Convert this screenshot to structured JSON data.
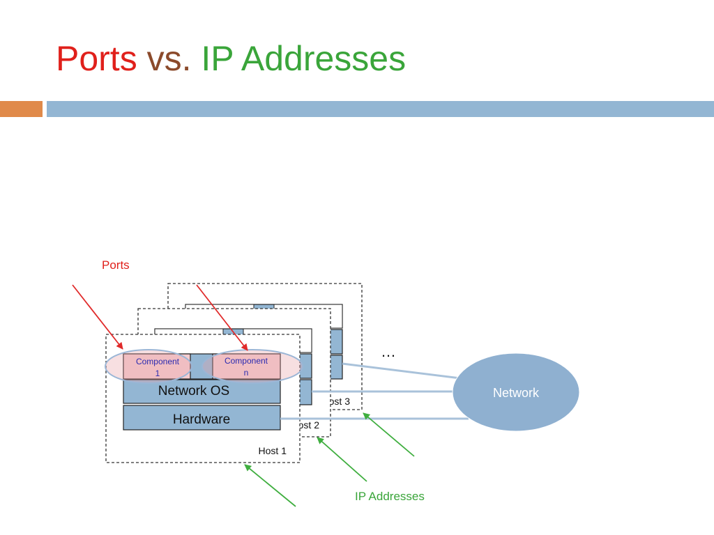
{
  "title": {
    "part1": "Ports",
    "part2": " vs. ",
    "part3": "IP Addresses",
    "colors": {
      "part1": "#e0201b",
      "part2": "#8b4a2b",
      "part3": "#3aa53a"
    }
  },
  "diagram": {
    "ports_label": "Ports",
    "ip_label": "IP Addresses",
    "ellipsis": "…",
    "network_label": "Network",
    "hosts": [
      {
        "label": "Host 1"
      },
      {
        "label": "Host 2"
      },
      {
        "label": "Host 3"
      }
    ],
    "layers": {
      "component_1_line1": "Component",
      "component_1_line2": "1",
      "component_n_line1": "Component",
      "component_n_line2": "n",
      "network_os": "Network OS",
      "hardware": "Hardware"
    },
    "colors": {
      "layer_fill": "#93b6d3",
      "component_fill": "#f4cdd0",
      "port_highlight": "#e8a2a8",
      "network_fill": "#8fb0d0",
      "port_arrow": "#e02a2a",
      "ip_arrow": "#3fae3f",
      "component_text": "#2a2ab0"
    }
  }
}
